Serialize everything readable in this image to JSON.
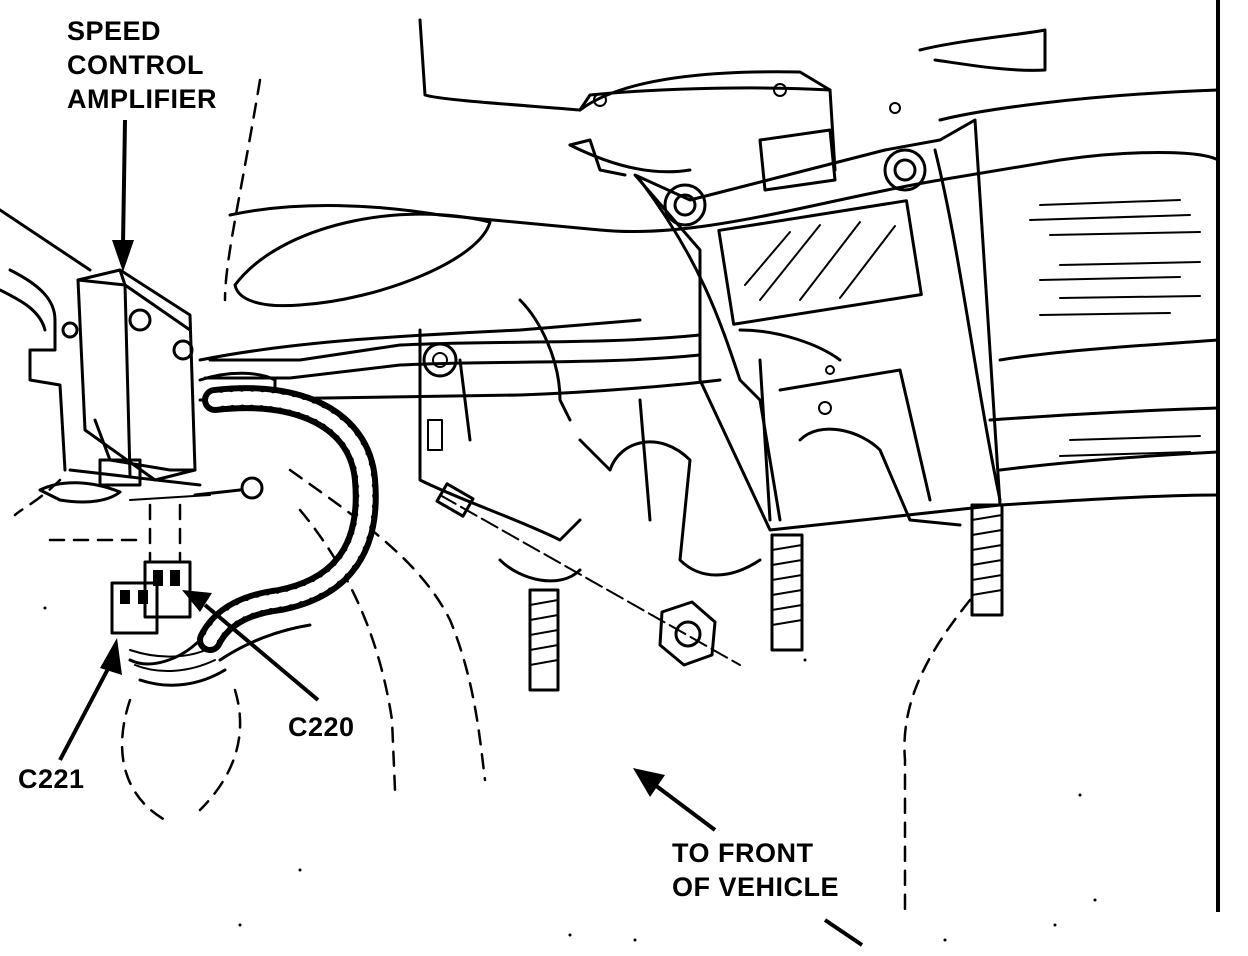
{
  "labels": {
    "speed_control_amplifier": [
      "SPEED",
      "CONTROL",
      "AMPLIFIER"
    ],
    "c220": "C220",
    "c221": "C221",
    "to_front_of_vehicle": [
      "TO FRONT",
      "OF VEHICLE"
    ]
  },
  "colors": {
    "ink": "#000000",
    "paper": "#ffffff"
  }
}
